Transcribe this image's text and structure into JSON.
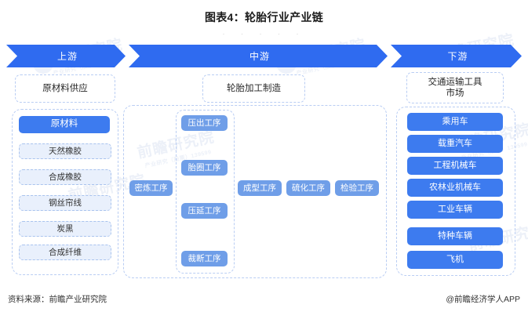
{
  "title": "图表4：轮胎行业产业链",
  "subtitle_dots": "·   · ·   ·   ·",
  "colors": {
    "brand_blue": "#2f6bf0",
    "chip_strong": "#3d7bef",
    "chip_mid": "#6f9ee8",
    "chip_light_bg": "#e9f0fc",
    "dashed_border": "#b9cdf3",
    "watermark": "#e9eef7"
  },
  "band": {
    "upstream": "上游",
    "midstream": "中游",
    "downstream": "下游"
  },
  "sections": {
    "upstream": {
      "header": "原材料供应",
      "group_title": "原材料",
      "items": [
        "天然橡胶",
        "合成橡胶",
        "钢丝帘线",
        "炭黑",
        "合成纤维"
      ]
    },
    "midstream": {
      "header": "轮胎加工制造",
      "first_process": "密炼工序",
      "vertical_processes": [
        "压出工序",
        "胎圈工序",
        "压延工序",
        "裁断工序"
      ],
      "later_processes": [
        "成型工序",
        "硫化工序",
        "检验工序"
      ]
    },
    "downstream": {
      "header": "交通运输工具\n市场",
      "header_line1": "交通运输工具",
      "header_line2": "市场",
      "items": [
        "乘用车",
        "载重汽车",
        "工程机械车",
        "农林业机械车",
        "工业车辆",
        "特种车辆",
        "飞机"
      ]
    }
  },
  "watermarks": {
    "brand_big": "前瞻研究院",
    "brand_small": "产业研究（股票）139599"
  },
  "footer": {
    "source": "资料来源：前瞻产业研究院",
    "account": "@前瞻经济学人APP"
  }
}
